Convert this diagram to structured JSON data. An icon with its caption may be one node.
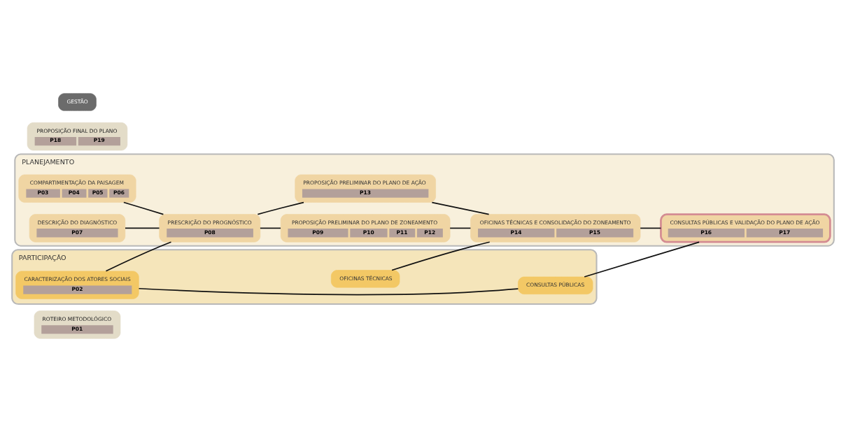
{
  "diagram": {
    "nodes": [
      {
        "text": [
          "ROTEIRO METODOLÓGICO",
          "P01"
        ]
      },
      {
        "text": [
          "PLANEJAMENTO"
        ]
      },
      {
        "text": [
          "COMPARTIMENTAÇÃO DA PAISAGEM",
          "P03",
          "P04",
          "P05",
          "P06"
        ],
        "in": 1
      },
      {
        "text": [
          "PROPOSIÇÃO PRELIMINAR DO PLANO DE ZONEAMENTO",
          "P09",
          "P10",
          "P11",
          "P12"
        ],
        "in": 1
      },
      {
        "text": [
          "PRESCRIÇÃO DO PROGNÓSTICO",
          "P08"
        ],
        "in": 1
      },
      {
        "text": [
          "OFICINAS TÉCNICAS E CONSOLIDAÇÃO DO ZONEAMENTO",
          "P14",
          "P15"
        ],
        "in": 1
      },
      {
        "text": [
          "CONSULTAS PÚBLICAS E VALIDAÇÃO DO PLANO DE AÇÃO",
          "P16",
          "P17"
        ],
        "in": 1
      },
      {
        "text": [
          "DESCRIÇÃO DO DIAGNÓSTICO",
          "P07"
        ],
        "in": 1
      },
      {
        "text": [
          "PROPOSIÇÃO PRELIMINAR DO PLANO DE AÇÃO",
          "P13"
        ],
        "in": 1
      },
      {
        "text": [
          "PARTICIPAÇÃO"
        ]
      },
      {
        "text": [
          "OFICINAS TÉCNICAS"
        ],
        "in": 9
      },
      {
        "text": [
          "CARACTERIZAÇÃO DOS ATORES SOCIAIS",
          "P02"
        ],
        "in": 9
      },
      {
        "text": [
          "CONSULTAS PÚBLICAS"
        ],
        "in": 9
      },
      {
        "text": [
          "PROPOSIÇÃO FINAL DO PLANO",
          "P18",
          "P19"
        ]
      },
      {
        "text": [
          "GESTÃO"
        ]
      }
    ],
    "edges": [
      {
        "from": 2,
        "to": 4,
        "arrow": "none"
      },
      {
        "from": 7,
        "to": 4,
        "arrow": "none"
      },
      {
        "from": 11,
        "to": 4,
        "arrow": "none"
      },
      {
        "from": 4,
        "to": 3,
        "arrow": "none"
      },
      {
        "from": 4,
        "to": 8,
        "arrow": "none"
      },
      {
        "from": 3,
        "to": 5,
        "arrow": "none"
      },
      {
        "from": 8,
        "to": 5,
        "arrow": "none"
      },
      {
        "from": 5,
        "to": 6,
        "arrow": "none"
      },
      {
        "from": 10,
        "to": 5,
        "arrow": "none"
      },
      {
        "from": 11,
        "to": 12,
        "arrow": "none"
      },
      {
        "from": 12,
        "to": 6,
        "arrow": "none"
      }
    ]
  }
}
